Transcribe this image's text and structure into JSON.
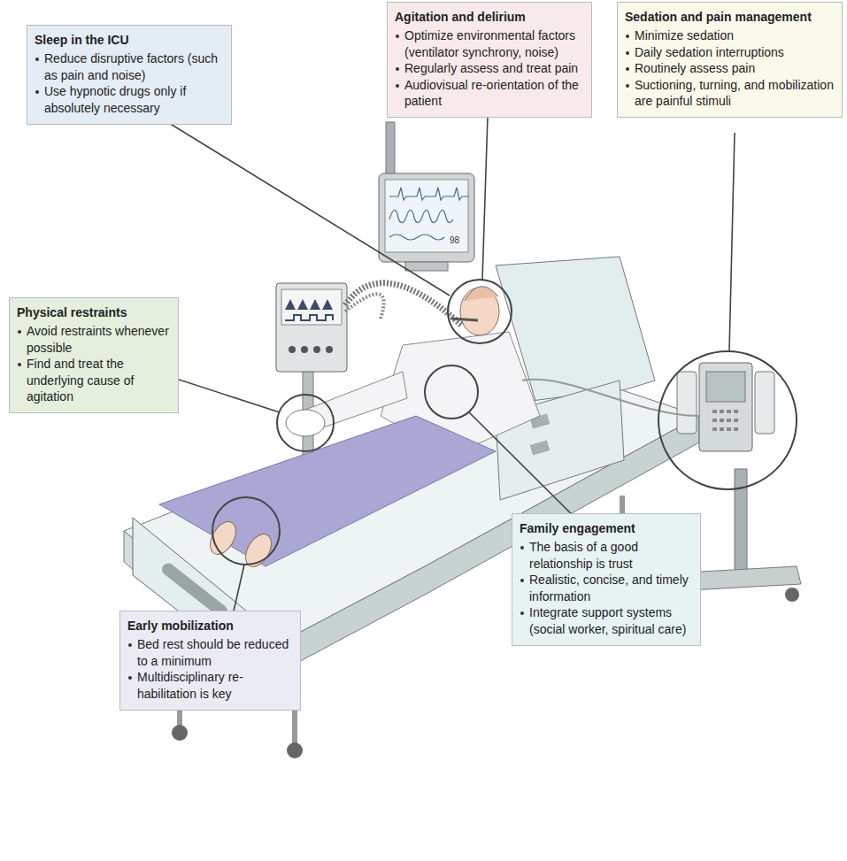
{
  "diagram": {
    "nodes": [
      {
        "text": [
          "Sleep in the ICU",
          "Reduce disruptive factors (such as pain and noise)",
          "Use hypnotic drugs only if absolutely necessary"
        ]
      },
      {
        "text": [
          "Agitation and delirium",
          "Optimize environmental factors (ventilator synchrony, noise)",
          "Regularly assess and treat pain",
          "Audiovisual re-orientation of the patient"
        ]
      },
      {
        "text": [
          "Sedation and pain management",
          "Minimize sedation",
          "Daily sedation interruptions",
          "Routinely assess pain",
          "Suctioning, turning, and mobilization are painful stimuli"
        ]
      },
      {
        "text": [
          "Physical restraints",
          "Avoid restraints whenever possible",
          "Find and treat the underlying cause of agitation"
        ]
      },
      {
        "text": [
          "Family engagement",
          "The basis of a good relationship is trust",
          "Realistic, concise, and timely information",
          "Integrate support systems (social worker, spiritual care)"
        ]
      },
      {
        "text": [
          "Early mobilization",
          "Bed rest should be reduced to a minimum",
          "Multidisciplinary re-habilitation is key"
        ]
      }
    ],
    "labels": [
      "98"
    ]
  }
}
